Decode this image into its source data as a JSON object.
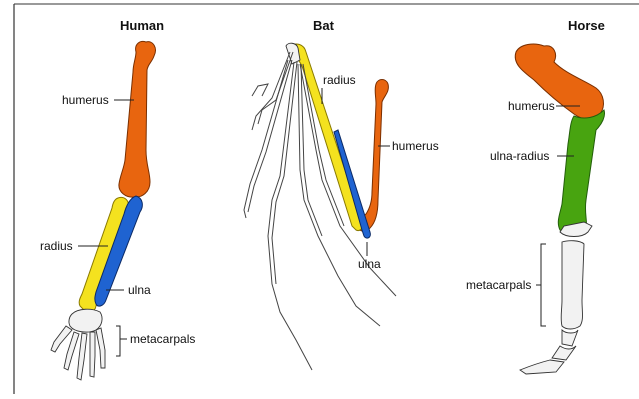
{
  "colors": {
    "humerus": "#e8650f",
    "radius": "#f4e21f",
    "ulna": "#1f63d1",
    "ulna_radius": "#48a410",
    "metacarpal": "#f2f2f2",
    "outline": "#222222"
  },
  "panels": {
    "human": {
      "title": "Human",
      "labels": {
        "humerus": "humerus",
        "radius": "radius",
        "ulna": "ulna",
        "metacarpals": "metacarpals"
      }
    },
    "bat": {
      "title": "Bat",
      "labels": {
        "radius": "radius",
        "humerus": "humerus",
        "ulna": "ulna"
      }
    },
    "horse": {
      "title": "Horse",
      "labels": {
        "humerus": "humerus",
        "ulna_radius": "ulna-radius",
        "metacarpals": "metacarpals"
      }
    }
  }
}
